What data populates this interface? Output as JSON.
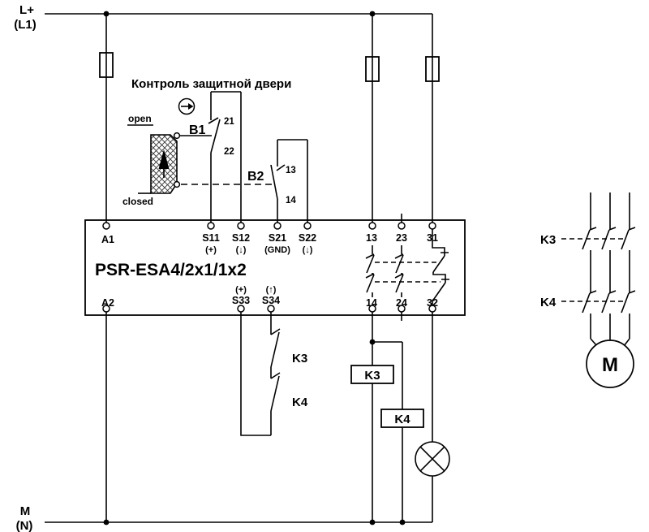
{
  "labels": {
    "supply_plus_line1": "L+",
    "supply_plus_line2": "(L1)",
    "supply_minus_line1": "M",
    "supply_minus_line2": "(N)"
  },
  "title": "Контроль защитной двери",
  "door": {
    "open_label": "open",
    "closed_label": "closed"
  },
  "switch_b1": {
    "label": "B1",
    "terminal_top": "21",
    "terminal_bottom": "22"
  },
  "switch_b2": {
    "label": "B2",
    "terminal_top": "13",
    "terminal_bottom": "14"
  },
  "relay": {
    "model": "PSR-ESA4/2x1/1x2",
    "terminals_top": [
      {
        "name": "A1",
        "sub": ""
      },
      {
        "name": "S11",
        "sub": "(+)"
      },
      {
        "name": "S12",
        "sub": "(↓)"
      },
      {
        "name": "S21",
        "sub": "(GND)"
      },
      {
        "name": "S22",
        "sub": "(↓)"
      },
      {
        "name": "13",
        "sub": ""
      },
      {
        "name": "23",
        "sub": ""
      },
      {
        "name": "31",
        "sub": ""
      }
    ],
    "terminals_bottom": [
      {
        "name": "A2",
        "sub": ""
      },
      {
        "name": "S33",
        "sub": "(+)"
      },
      {
        "name": "S34",
        "sub": "(↑)"
      },
      {
        "name": "14",
        "sub": ""
      },
      {
        "name": "24",
        "sub": ""
      },
      {
        "name": "32",
        "sub": ""
      }
    ]
  },
  "feedback_contacts": {
    "k3": "K3",
    "k4": "K4"
  },
  "coils": {
    "k3": "K3",
    "k4": "K4"
  },
  "motor_branch": {
    "k3": "K3",
    "k4": "K4",
    "motor": "M"
  },
  "colors": {
    "line": "#000000",
    "background": "#ffffff"
  }
}
